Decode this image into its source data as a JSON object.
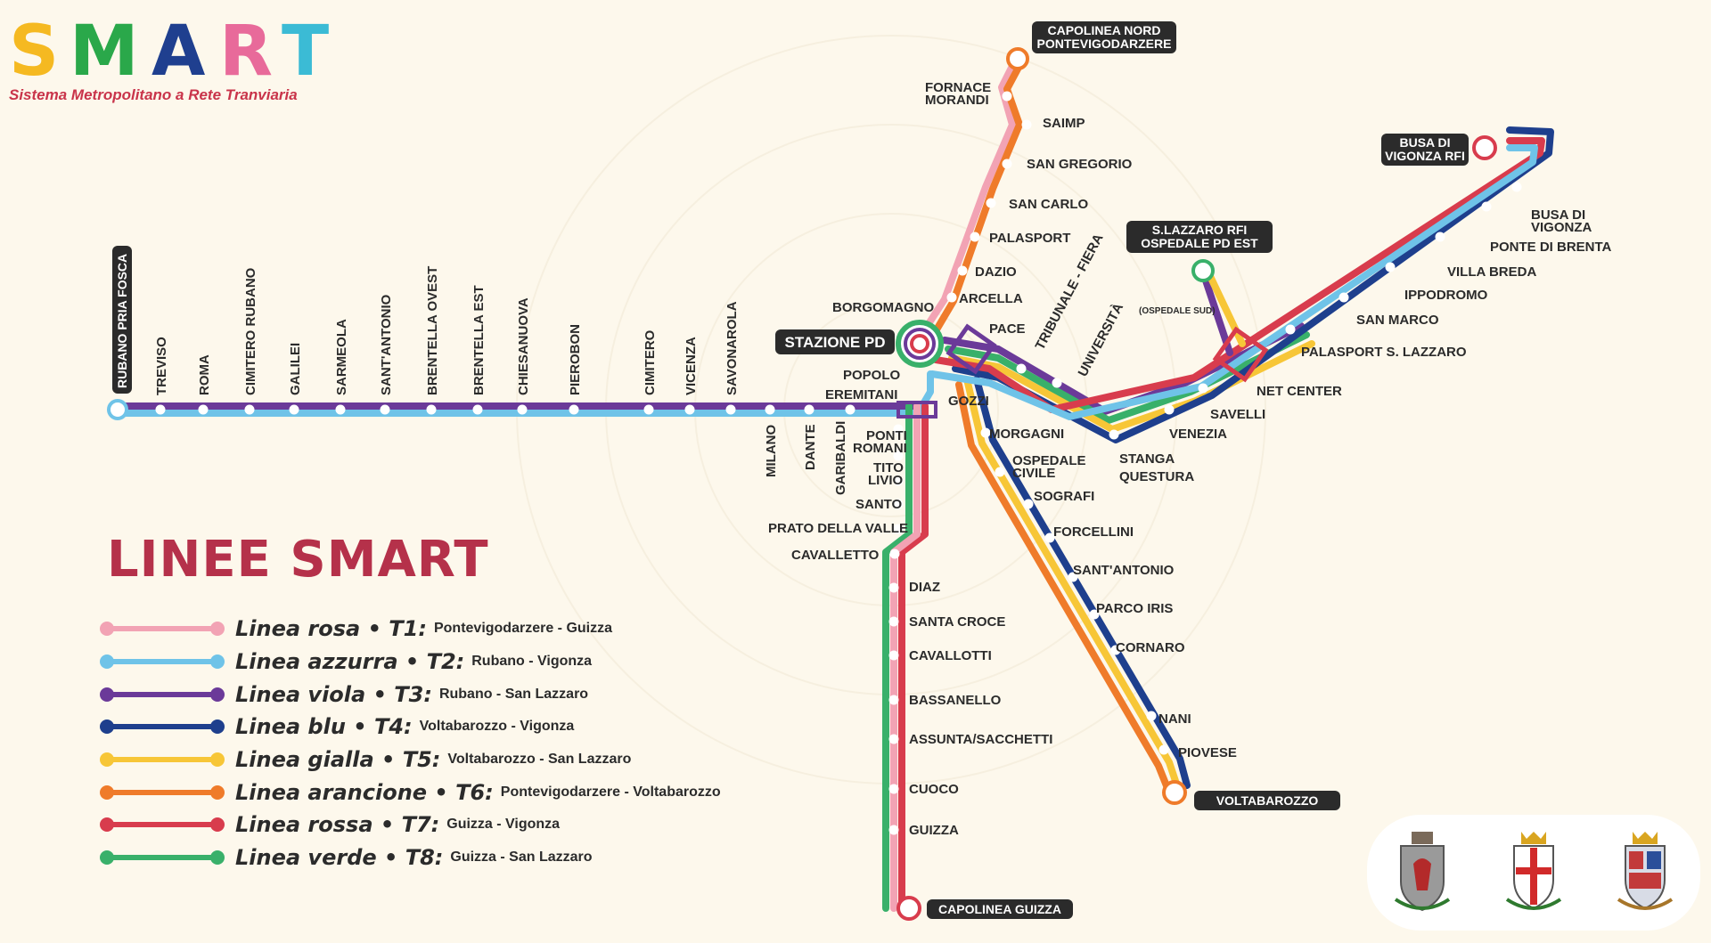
{
  "brand": {
    "letters": [
      {
        "char": "S",
        "color": "#f5b921"
      },
      {
        "char": "M",
        "color": "#2aa84a"
      },
      {
        "char": "A",
        "color": "#1f3f8f"
      },
      {
        "char": "R",
        "color": "#e86a9a"
      },
      {
        "char": "T",
        "color": "#3bbbd5"
      }
    ],
    "subtitle": "Sistema Metropolitano a Rete Tranviaria"
  },
  "legend": {
    "title": "LINEE SMART",
    "lines": [
      {
        "id": "T1",
        "name": "Linea rosa • T1:",
        "route": "Pontevigodarzere - Guizza",
        "color": "#f2a3b4"
      },
      {
        "id": "T2",
        "name": "Linea azzurra • T2:",
        "route": "Rubano - Vigonza",
        "color": "#6fc3e8"
      },
      {
        "id": "T3",
        "name": "Linea viola • T3:",
        "route": "Rubano - San Lazzaro",
        "color": "#6b3a99"
      },
      {
        "id": "T4",
        "name": "Linea blu • T4:",
        "route": "Voltabarozzo - Vigonza",
        "color": "#1e3f8d"
      },
      {
        "id": "T5",
        "name": "Linea gialla • T5:",
        "route": "Voltabarozzo - San Lazzaro",
        "color": "#f7c637"
      },
      {
        "id": "T6",
        "name": "Linea arancione • T6:",
        "route": "Pontevigodarzere - Voltabarozzo",
        "color": "#ef7b2a"
      },
      {
        "id": "T7",
        "name": "Linea rossa • T7:",
        "route": "Guizza - Vigonza",
        "color": "#d83c4d"
      },
      {
        "id": "T8",
        "name": "Linea verde • T8:",
        "route": "Guizza - San Lazzaro",
        "color": "#39b06a"
      }
    ]
  },
  "terminals": {
    "north": "CAPOLINEA NORD PONTEVIGODARZERE",
    "busa_rfi": "BUSA DI VIGONZA RFI",
    "slazzaro": "S.LAZZARO RFI OSPEDALE PD EST",
    "west": "RUBANO PRIA FOSCA",
    "voltabarozzo": "VOLTABAROZZO",
    "guizza": "CAPOLINEA GUIZZA",
    "stazione": "STAZIONE PD"
  },
  "stations": {
    "west": [
      "TREVISO",
      "ROMA",
      "CIMITERO RUBANO",
      "GALILEI",
      "SARMEOLA",
      "SANT'ANTONIO",
      "BRENTELLA OVEST",
      "BRENTELLA EST",
      "CHIESANUOVA",
      "PIEROBON",
      "CIMITERO",
      "VICENZA",
      "SAVONAROLA"
    ],
    "west_below": [
      "MILANO",
      "DANTE",
      "GARIBALDI"
    ],
    "north": [
      "FORNACE MORANDI",
      "SAIMP",
      "SAN GREGORIO",
      "SAN CARLO",
      "PALASPORT",
      "DAZIO",
      "ARCELLA",
      "BORGOMAGNO"
    ],
    "center": [
      "POPOLO",
      "EREMITANI",
      "GOZZI",
      "PACE",
      "TRIBUNALE - FIERA",
      "UNIVERSITÀ"
    ],
    "south": [
      "PONTI ROMANI",
      "TITO LIVIO",
      "SANTO",
      "PRATO DELLA VALLE",
      "CAVALLETTO",
      "DIAZ",
      "SANTA CROCE",
      "CAVALLOTTI",
      "BASSANELLO",
      "ASSUNTA/SACCHETTI",
      "CUOCO",
      "GUIZZA"
    ],
    "southeast": [
      "MORGAGNI",
      "OSPEDALE CIVILE",
      "SOGRAFI",
      "FORCELLINI",
      "SANT'ANTONIO",
      "PARCO IRIS",
      "CORNARO",
      "NANI",
      "PIOVESE"
    ],
    "east": [
      "STANGA QUESTURA",
      "VENEZIA",
      "SAVELLI",
      "NET CENTER",
      "PALASPORT S. LAZZARO",
      "SAN MARCO",
      "IPPODROMO",
      "VILLA BREDA",
      "PONTE DI BRENTA",
      "BUSA DI VIGONZA"
    ],
    "ospedale_sud": "(OSPEDALE SUD)"
  }
}
